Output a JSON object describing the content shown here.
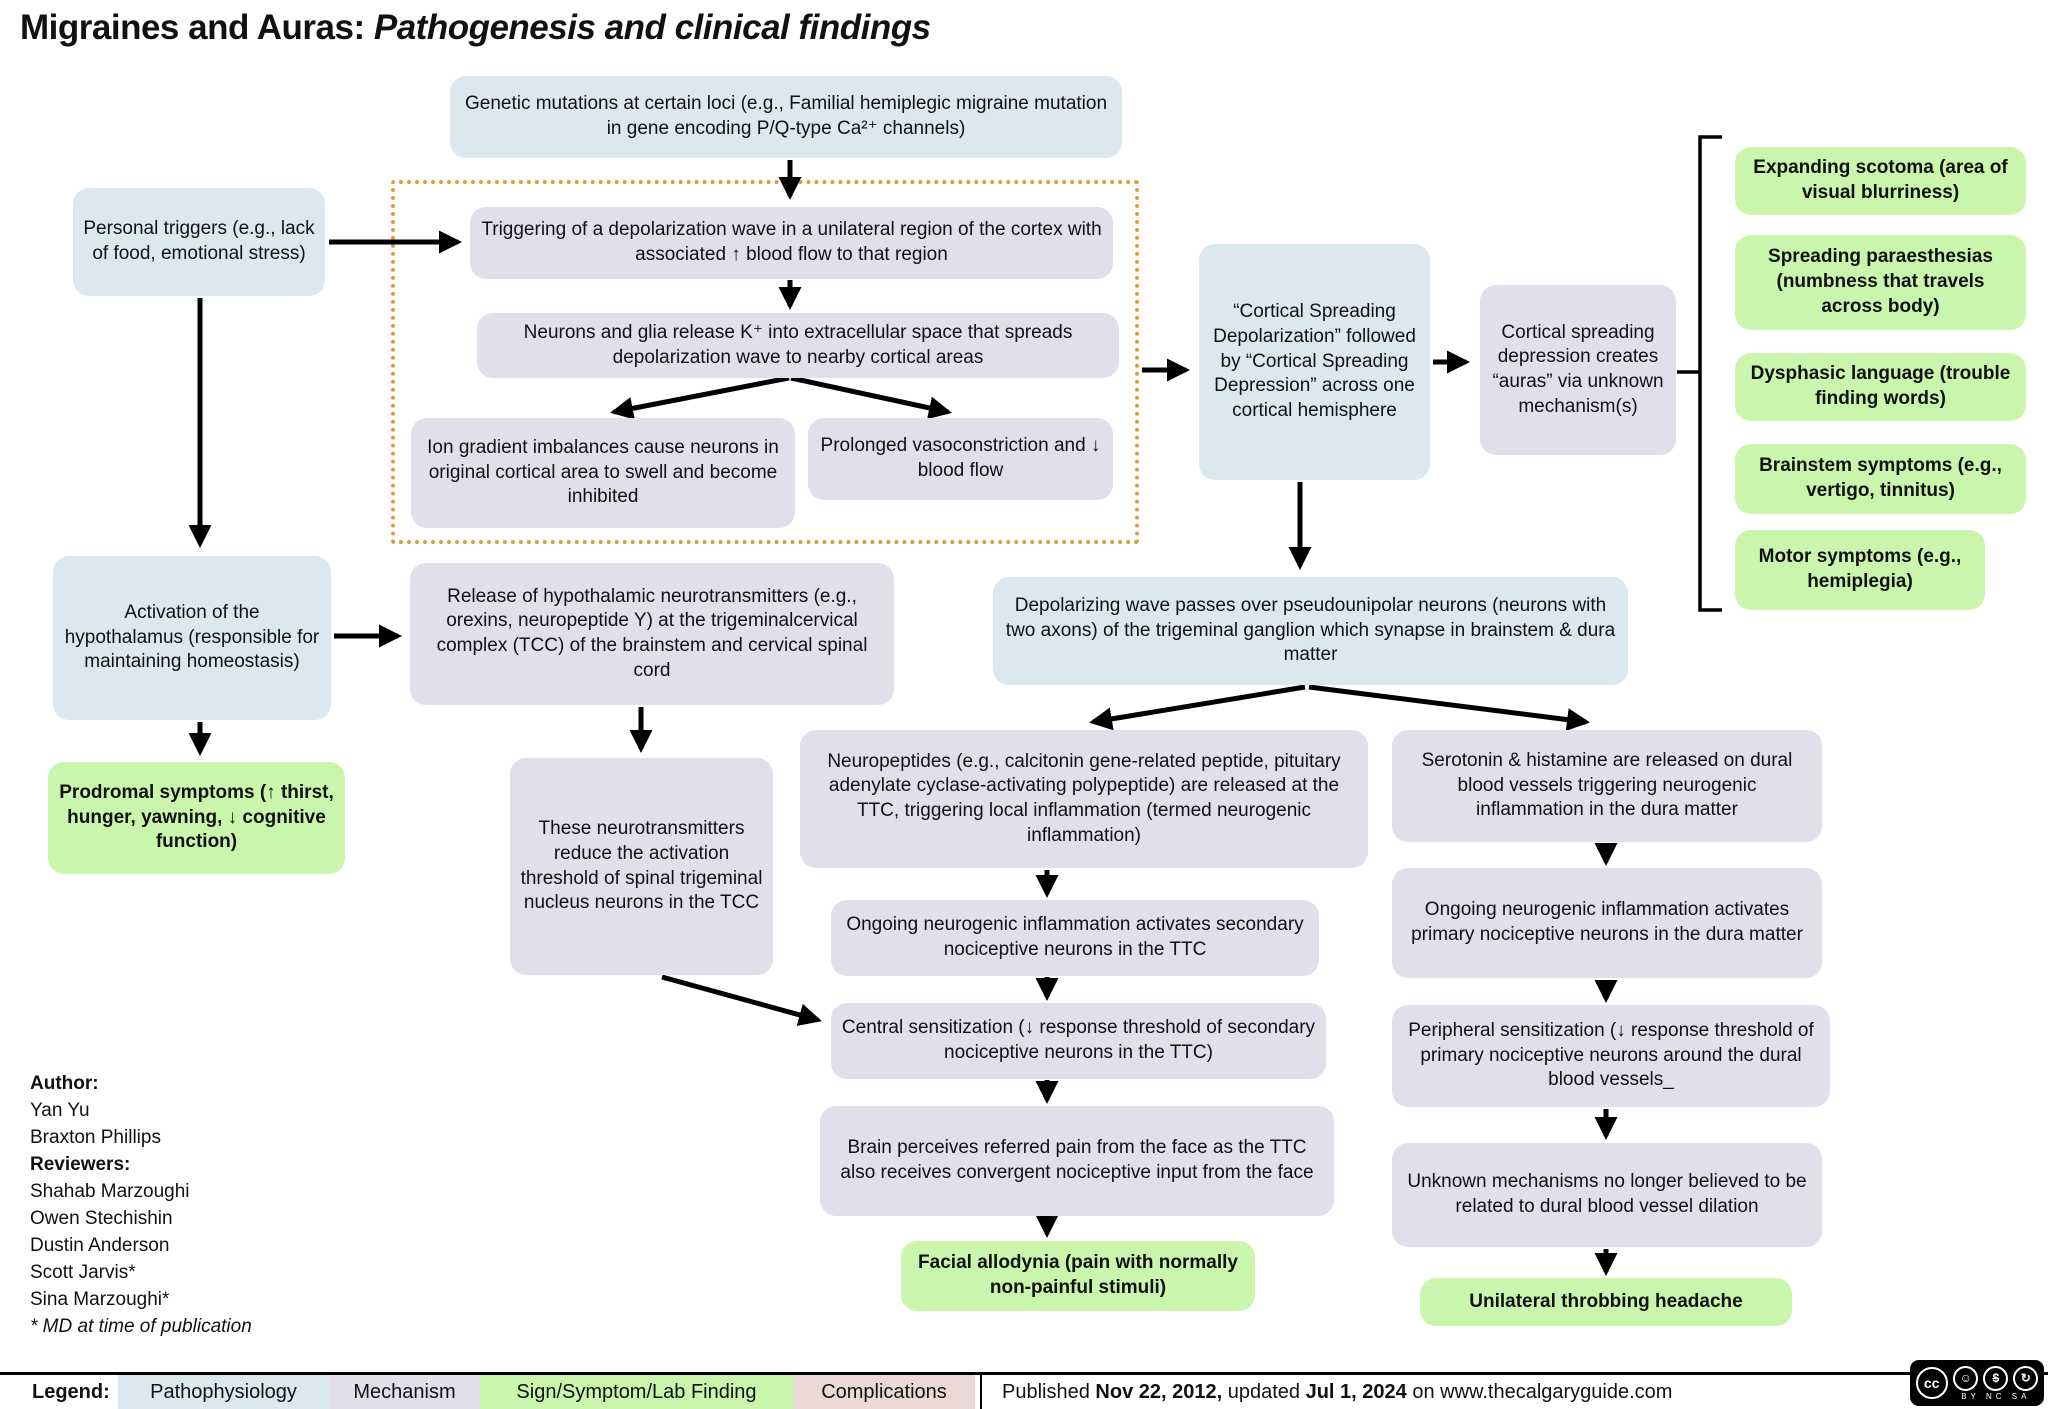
{
  "page": {
    "title_main": "Migraines and Auras:",
    "title_sub": " Pathogenesis and clinical findings"
  },
  "nodes": {
    "genetic": {
      "text": "Genetic mutations at certain loci (e.g., Familial hemiplegic migraine mutation in gene encoding P/Q-type Ca²⁺ channels)"
    },
    "personal": {
      "text": "Personal triggers (e.g., lack of food, emotional stress)"
    },
    "triggering": {
      "text": "Triggering of a depolarization wave in a unilateral region of the cortex with associated ↑ blood flow to that region"
    },
    "neurons_glia": {
      "text": "Neurons and glia release K⁺ into extracellular space that spreads depolarization wave to nearby cortical areas"
    },
    "ion_gradient": {
      "text": "Ion gradient imbalances cause neurons in original cortical area to swell and become inhibited"
    },
    "vasoconstriction": {
      "text": "Prolonged vasoconstriction and ↓ blood flow"
    },
    "csd": {
      "text": "“Cortical Spreading Depolarization” followed by “Cortical Spreading Depression” across one cortical hemisphere"
    },
    "auras": {
      "text": "Cortical spreading depression creates “auras” via unknown mechanism(s)"
    },
    "activation": {
      "text": "Activation of the hypothalamus (responsible for maintaining homeostasis)"
    },
    "prodromal": {
      "text": "Prodromal symptoms (↑ thirst, hunger, yawning, ↓ cognitive function)"
    },
    "release": {
      "text": "Release of hypothalamic neurotransmitters (e.g., orexins, neuropeptide Y) at the trigeminalcervical complex (TCC) of the brainstem and cervical spinal cord"
    },
    "tcc_threshold": {
      "text": "These neurotransmitters reduce the activation threshold of spinal trigeminal nucleus neurons in the TCC"
    },
    "depolarizing": {
      "text": "Depolarizing wave passes over pseudounipolar neurons (neurons with two axons) of the trigeminal ganglion which synapse in brainstem & dura matter"
    },
    "neuropeptides": {
      "text": "Neuropeptides (e.g., calcitonin gene-related peptide, pituitary adenylate cyclase-activating polypeptide) are released at the TTC, triggering local inflammation (termed neurogenic inflammation)"
    },
    "ongoing_ttc": {
      "text": "Ongoing neurogenic inflammation activates secondary nociceptive neurons in the TTC"
    },
    "central_sens": {
      "text": "Central sensitization (↓ response threshold of secondary nociceptive neurons in the TTC)"
    },
    "brain_perceives": {
      "text": "Brain perceives referred pain from the face as the TTC also receives convergent nociceptive input from the face"
    },
    "facial_allodynia": {
      "text": "Facial allodynia (pain with normally non-painful stimuli)"
    },
    "serotonin": {
      "text": "Serotonin & histamine are released on dural blood vessels triggering neurogenic inflammation in the dura matter"
    },
    "ongoing_dura": {
      "text": "Ongoing neurogenic inflammation activates primary nociceptive neurons in the dura matter"
    },
    "peripheral_sens": {
      "text": "Peripheral sensitization (↓ response threshold of primary nociceptive neurons around the dural blood vessels_"
    },
    "unknown_mech": {
      "text": "Unknown mechanisms no longer believed to be related to dural blood vessel dilation"
    },
    "unilateral": {
      "text": "Unilateral throbbing headache"
    }
  },
  "aura_symptoms": [
    {
      "text": "Expanding scotoma (area of visual blurriness)"
    },
    {
      "text": "Spreading paraesthesias (numbness that travels across body)"
    },
    {
      "text": "Dysphasic language (trouble finding words)"
    },
    {
      "text": "Brainstem symptoms (e.g., vertigo, tinnitus)"
    },
    {
      "text": "Motor symptoms (e.g., hemiplegia)"
    }
  ],
  "credits": {
    "author_label": "Author:",
    "authors": [
      "Yan Yu",
      "Braxton Phillips"
    ],
    "reviewers_label": "Reviewers:",
    "reviewers": [
      "Shahab Marzoughi",
      "Owen Stechishin",
      "Dustin Anderson",
      "Scott Jarvis*",
      "Sina Marzoughi*"
    ],
    "footnote": "* MD at time of publication"
  },
  "legend": {
    "label": "Legend:",
    "items": [
      {
        "label": "Pathophysiology",
        "color": "#dbe8f0"
      },
      {
        "label": "Mechanism",
        "color": "#e2deec"
      },
      {
        "label": "Sign/Symptom/Lab Finding",
        "color": "#caf5ad"
      },
      {
        "label": "Complications",
        "color": "#ecd9d6"
      }
    ]
  },
  "footer": {
    "published_prefix": "Published ",
    "published_date": "Nov 22, 2012,",
    "updated_word": " updated ",
    "updated_date": "Jul 1, 2024",
    "site_suffix": " on www.thecalgaryguide.com"
  },
  "license": {
    "cc": "cc",
    "by": "☺",
    "nc": "$",
    "sa": "↻",
    "labels": "BY NC SA"
  },
  "colors": {
    "pathophysiology": "#dbe8f0",
    "mechanism": "#e2deec",
    "sign_symptom": "#caf5ad",
    "complications": "#ecd9d6",
    "dashed_border": "#dd9b45",
    "arrow": "#000000"
  }
}
